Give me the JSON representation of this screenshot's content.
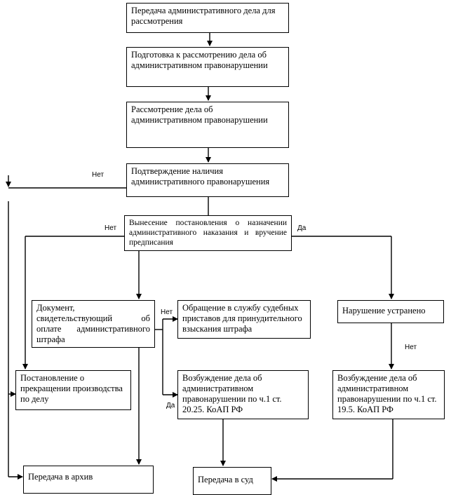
{
  "nodes": {
    "n1": "Передача административного дела для рассмотрения",
    "n2": "Подготовка к рассмотрению дела об административном правонарушении",
    "n3": "Рассмотрение дела об административном правонарушении",
    "n4": "Подтверждение наличия административного правонарушения",
    "n5": "Вынесение постановления о назначении административного наказания и вручение предписания",
    "n6": "Документ, свидетельствующий об оплате административного штрафа",
    "n7": "Обращение в службу судебных приставов для принудительного взыскания штрафа",
    "n8": "Нарушение устранено",
    "n9": "Постановление о прекращении производства по делу",
    "n10": "Возбуждение дела об административном правонарушении по ч.1 ст. 20.25. КоАП РФ",
    "n11": "Возбуждение дела об административном правонарушении по ч.1 ст. 19.5. КоАП РФ",
    "n12": "Передача в архив",
    "n13": "Передача в суд"
  },
  "labels": {
    "no_n4": "Нет",
    "no_n5": "Нет",
    "yes_n5": "Да",
    "no_n6": "Нет",
    "yes_n6": "Да",
    "no_n8": "Нет"
  }
}
